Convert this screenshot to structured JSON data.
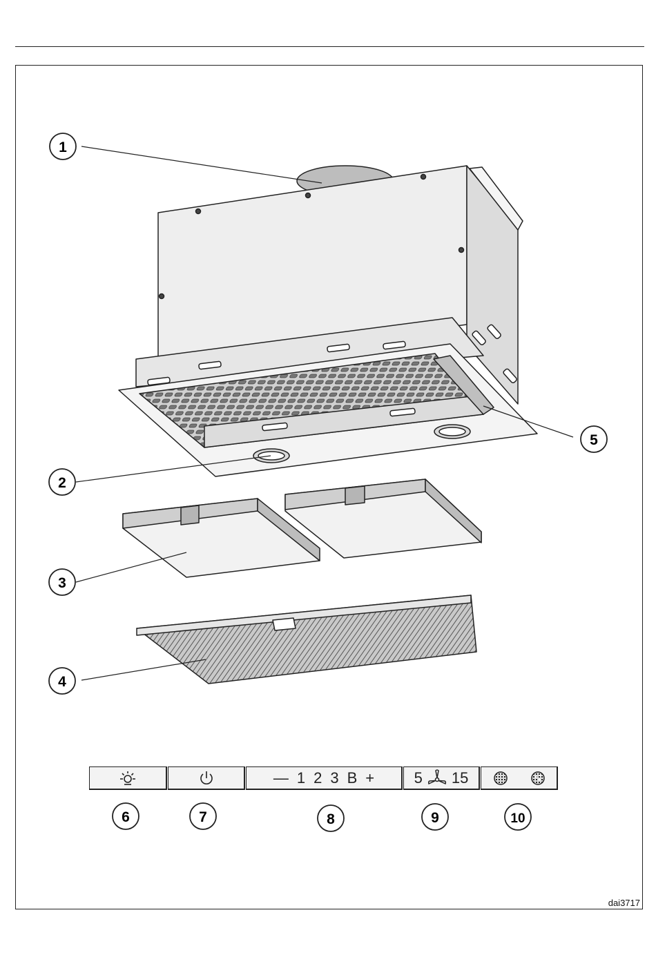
{
  "callouts": [
    "1",
    "2",
    "3",
    "4",
    "5",
    "6",
    "7",
    "8",
    "9",
    "10"
  ],
  "control_panel": {
    "seg8_items": [
      "—",
      "1",
      "2",
      "3",
      "B",
      "+"
    ],
    "seg9_left": "5",
    "seg9_right": "15",
    "icons": [
      "light-bulb-icon",
      "power-icon",
      "fan-icon",
      "grease-filter-icon",
      "charcoal-filter-icon"
    ]
  },
  "figure_code": "dai3717"
}
